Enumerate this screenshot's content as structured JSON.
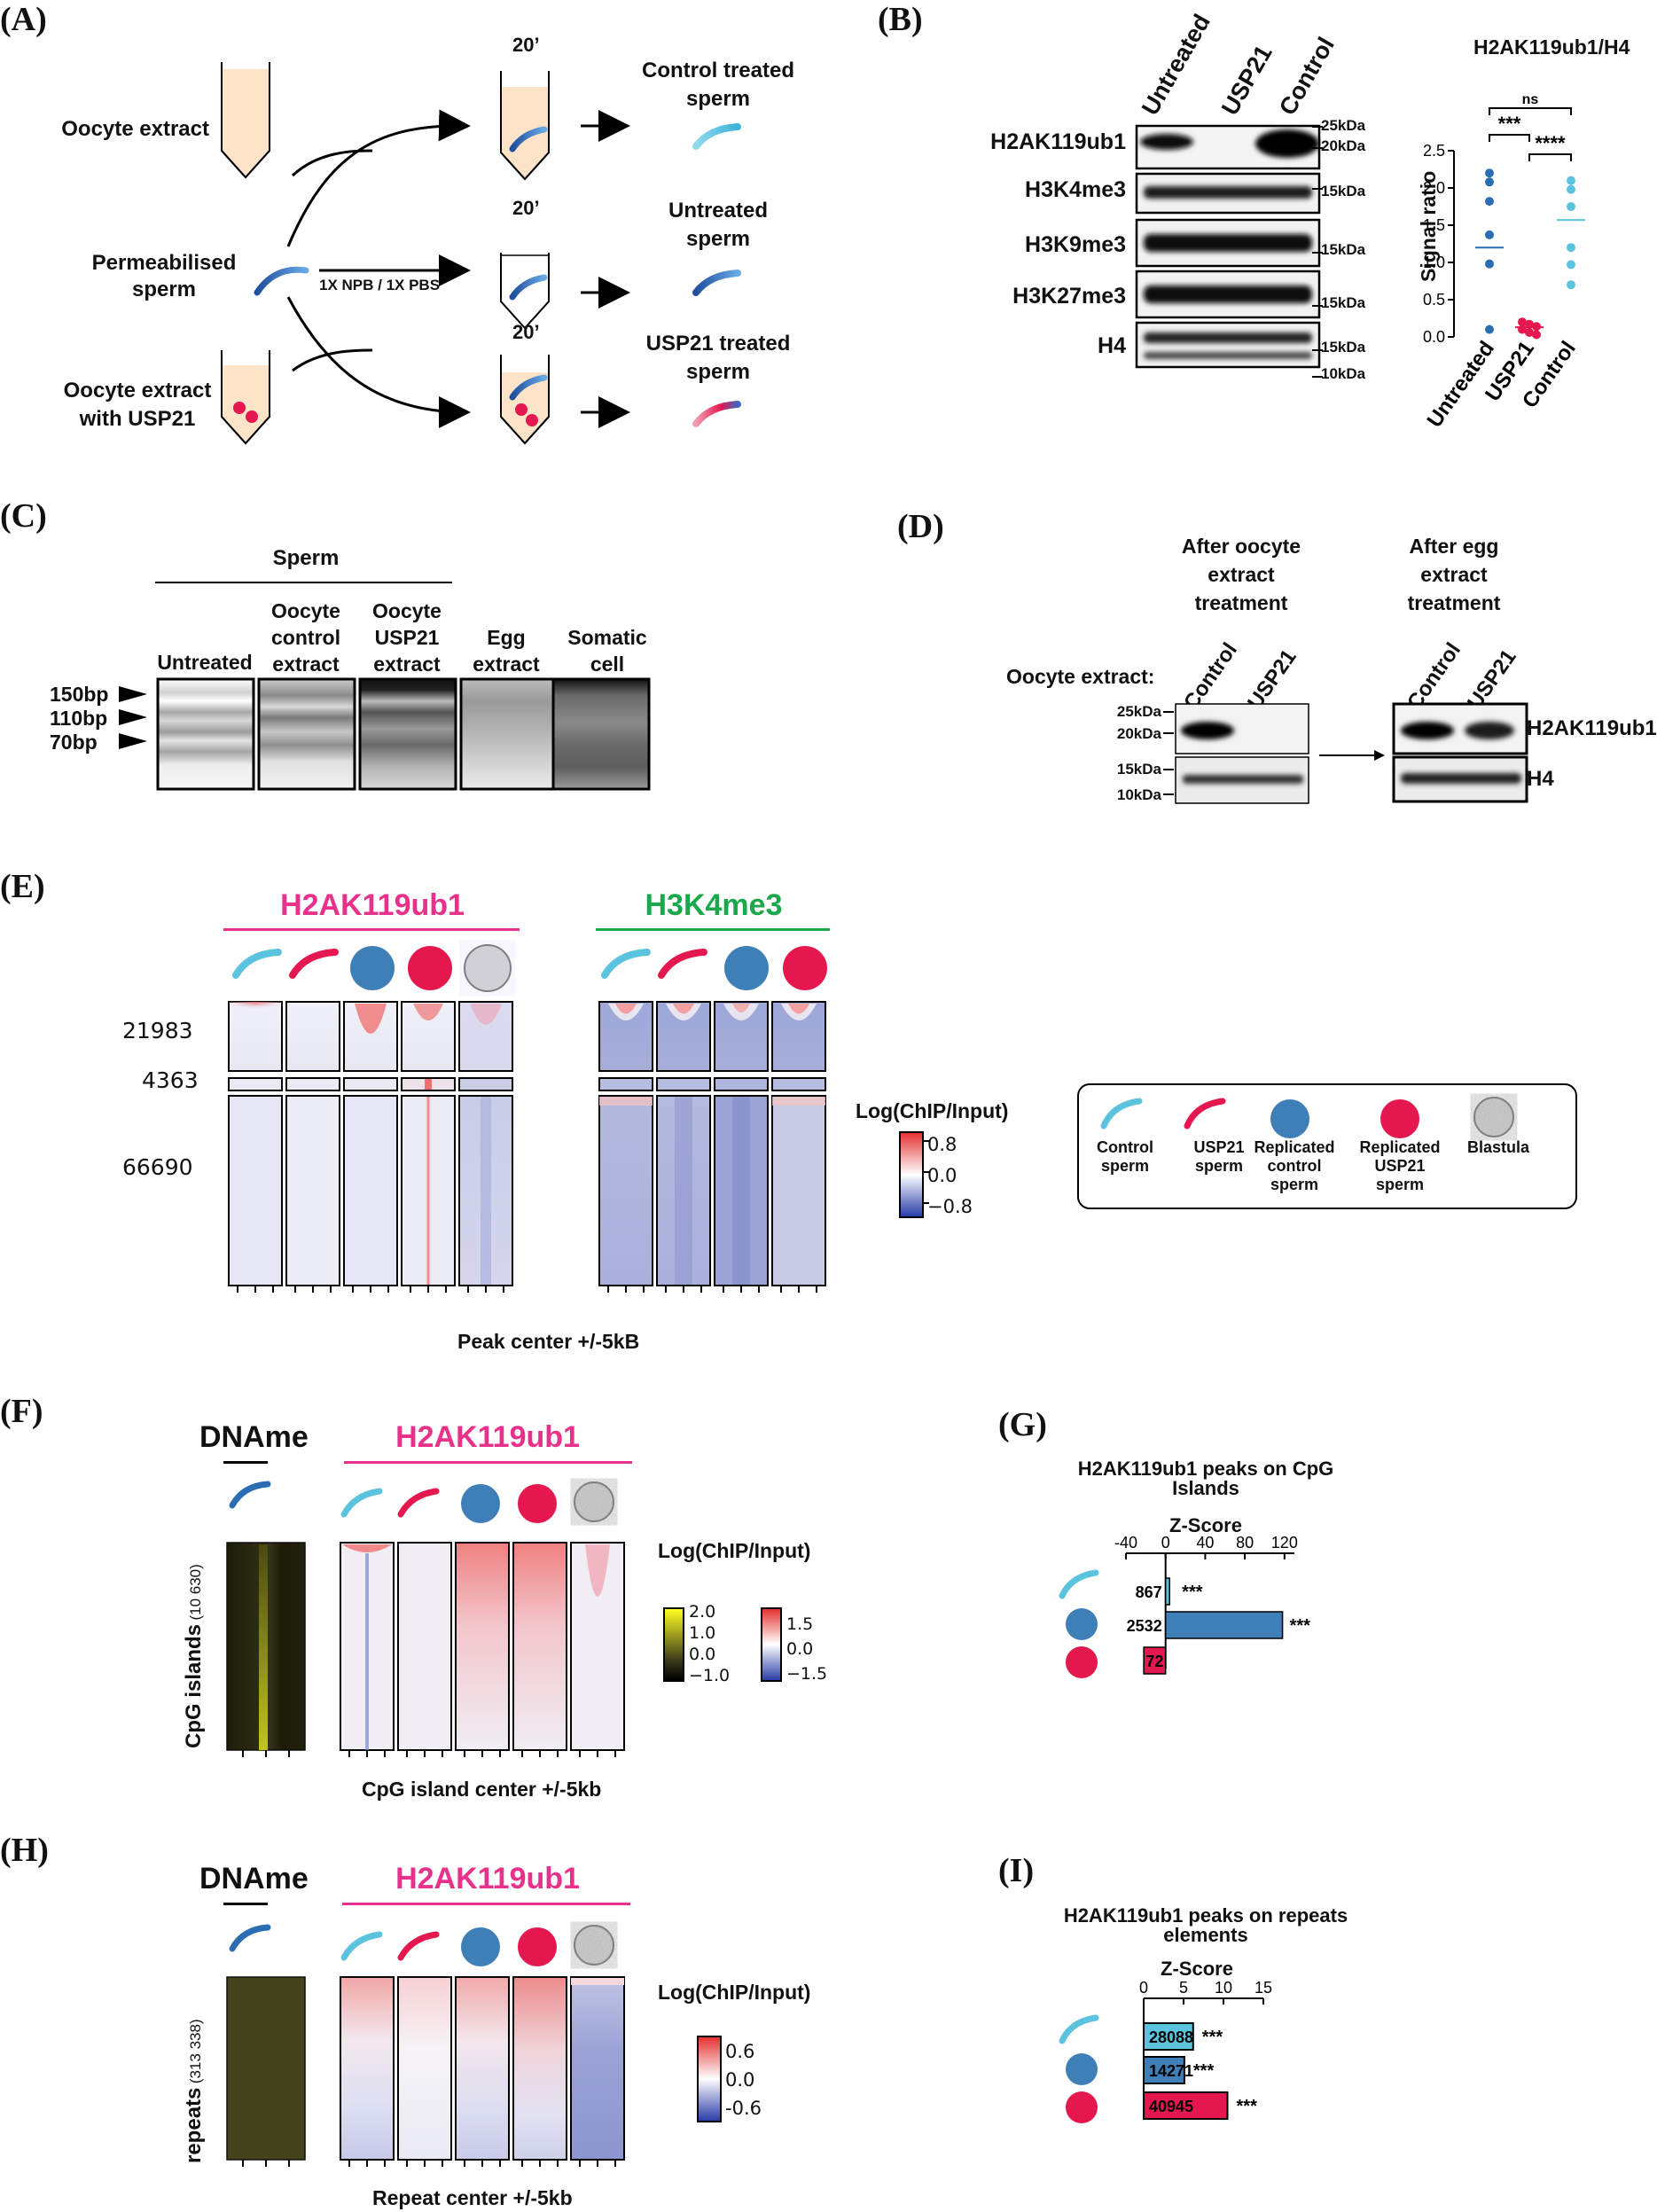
{
  "panel_labels": {
    "a": "(A)",
    "b": "(B)",
    "c": "(C)",
    "d": "(D)",
    "e": "(E)",
    "f": "(F)",
    "g": "(G)",
    "h": "(H)",
    "i": "(I)"
  },
  "colors": {
    "pink": "#e8318a",
    "green": "#1aa84a",
    "control_blue": "#5bc3dd",
    "dark_blue": "#2a6db3",
    "replicated_blue": "#3f7fb8",
    "red": "#e4174f",
    "extract": "#fde3c8"
  },
  "a": {
    "oocyte_extract": "Oocyte extract",
    "permeabilised_1": "Permeabilised",
    "permeabilised_2": "sperm",
    "usp21_extract_1": "Oocyte extract",
    "usp21_extract_2": "with USP21",
    "time": "20’",
    "buffer": "1X NPB / 1X PBS",
    "control_1": "Control treated",
    "control_2": "sperm",
    "untreated_1": "Untreated",
    "untreated_2": "sperm",
    "usp21_1": "USP21 treated",
    "usp21_2": "sperm"
  },
  "b": {
    "lanes": [
      "Untreated",
      "USP21",
      "Control"
    ],
    "rows": [
      "H2AK119ub1",
      "H3K4me3",
      "H3K9me3",
      "H3K27me3",
      "H4"
    ],
    "mw": [
      "25kDa",
      "20kDa",
      "15kDa",
      "15kDa",
      "15kDa",
      "15kDa",
      "10kDa"
    ]
  },
  "c": {
    "group": "Sperm",
    "lanes": [
      [
        "Untreated"
      ],
      [
        "Oocyte",
        "control",
        "extract"
      ],
      [
        "Oocyte",
        "USP21",
        "extract"
      ],
      [
        "Egg",
        "extract"
      ],
      [
        "Somatic",
        "cell"
      ]
    ],
    "markers": [
      "150bp",
      "110bp",
      "70bp"
    ]
  },
  "d": {
    "left_title": [
      "After oocyte",
      "extract",
      "treatment"
    ],
    "right_title": [
      "After egg",
      "extract",
      "treatment"
    ],
    "row_label": "Oocyte extract:",
    "lanes": [
      "Control",
      "USP21"
    ],
    "mw": [
      "25kDa",
      "20kDa",
      "15kDa",
      "10kDa"
    ],
    "rows": [
      "H2AK119ub1",
      "H4"
    ]
  },
  "e": {
    "title_left": "H2AK119ub1",
    "title_right": "H3K4me3",
    "cluster_counts": [
      "21983",
      "4363",
      "66690"
    ],
    "scale_title": "Log(ChIP/Input)",
    "scale_ticks": [
      "0.8",
      "0.0",
      "−0.8"
    ],
    "xlabel": "Peak center +/-5kB",
    "legend": [
      [
        "Control",
        "sperm"
      ],
      [
        "USP21",
        "sperm"
      ],
      [
        "Replicated",
        "control",
        "sperm"
      ],
      [
        "Replicated",
        "USP21",
        "sperm"
      ],
      [
        "Blastula"
      ]
    ]
  },
  "f": {
    "dname": "DNAme",
    "title": "H2AK119ub1",
    "ylabel": "CpG islands",
    "ycount": "(10 630)",
    "scale_title": "Log(ChIP/Input)",
    "yellow_ticks": [
      "2.0",
      "1.0",
      "0.0",
      "−1.0"
    ],
    "rb_ticks": [
      "1.5",
      "0.0",
      "−1.5"
    ],
    "xlabel": "CpG island center +/-5kb"
  },
  "h": {
    "dname": "DNAme",
    "title": "H2AK119ub1",
    "ylabel": "repeats",
    "ycount": "(313 338)",
    "scale_title": "Log(ChIP/Input)",
    "ticks": [
      "0.6",
      "0.0",
      "-0.6"
    ],
    "xlabel": "Repeat center +/-5kb"
  },
  "chart_data": [
    {
      "type": "scatter",
      "title": "H2AK119ub1/H4",
      "ylabel": "Signal ratio",
      "categories": [
        "Untreated",
        "USP21",
        "Control"
      ],
      "ylim": [
        0,
        2.5
      ],
      "yticks": [
        "0.0",
        "0.5",
        "1.0",
        "1.5",
        "2.0",
        "2.5"
      ],
      "series": [
        {
          "values": [
            2.2,
            2.08,
            1.82,
            1.37,
            0.98,
            0.1
          ],
          "mean": 1.2
        },
        {
          "values": [
            0.2,
            0.17,
            0.14,
            0.1,
            0.06,
            0.03
          ],
          "mean": 0.13
        },
        {
          "values": [
            2.1,
            1.98,
            1.75,
            1.2,
            0.97,
            0.7
          ],
          "mean": 1.57
        }
      ],
      "significance": [
        {
          "label": "ns"
        },
        {
          "label": "***"
        },
        {
          "label": "****"
        }
      ]
    },
    {
      "type": "bar",
      "title": "H2AK119ub1 peaks on CpG Islands",
      "xlabel": "Z-Score",
      "xlim": [
        -40,
        130
      ],
      "xticks": [
        "-40",
        "0",
        "40",
        "80",
        "120"
      ],
      "values": [
        4,
        118,
        -22
      ],
      "labels": [
        "867",
        "2532",
        "72"
      ],
      "stars": [
        "***",
        "***",
        ""
      ]
    },
    {
      "type": "bar",
      "title": "H2AK119ub1 peaks on repeats elements",
      "xlabel": "Z-Score",
      "xlim": [
        0,
        15
      ],
      "xticks": [
        "0",
        "5",
        "10",
        "15"
      ],
      "values": [
        6.2,
        5.1,
        10.5
      ],
      "labels": [
        "28088",
        "14271",
        "40945"
      ],
      "stars": [
        "***",
        "***",
        "***"
      ]
    }
  ]
}
